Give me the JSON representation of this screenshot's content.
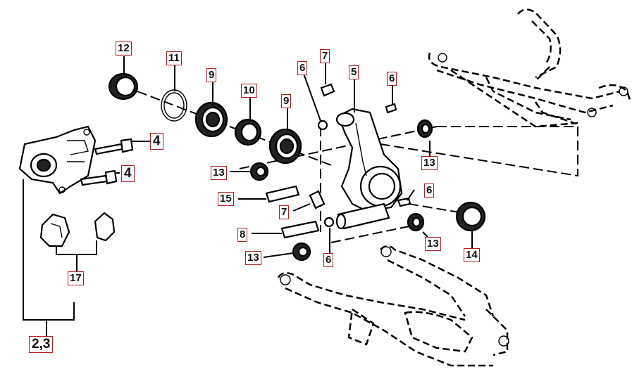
{
  "callouts": {
    "c12": "12",
    "c11": "11",
    "c9a": "9",
    "c10": "10",
    "c9b": "9",
    "c6a": "6",
    "c7a": "7",
    "c5": "5",
    "c6b": "6",
    "c4a": "4",
    "c4b": "4",
    "c13a": "13",
    "c13b": "13",
    "c15": "15",
    "c7b": "7",
    "c6c": "6",
    "c8": "8",
    "c14": "14",
    "c13c": "13",
    "c13d": "13",
    "c6d": "6",
    "c17": "17",
    "c23": "2,3"
  }
}
